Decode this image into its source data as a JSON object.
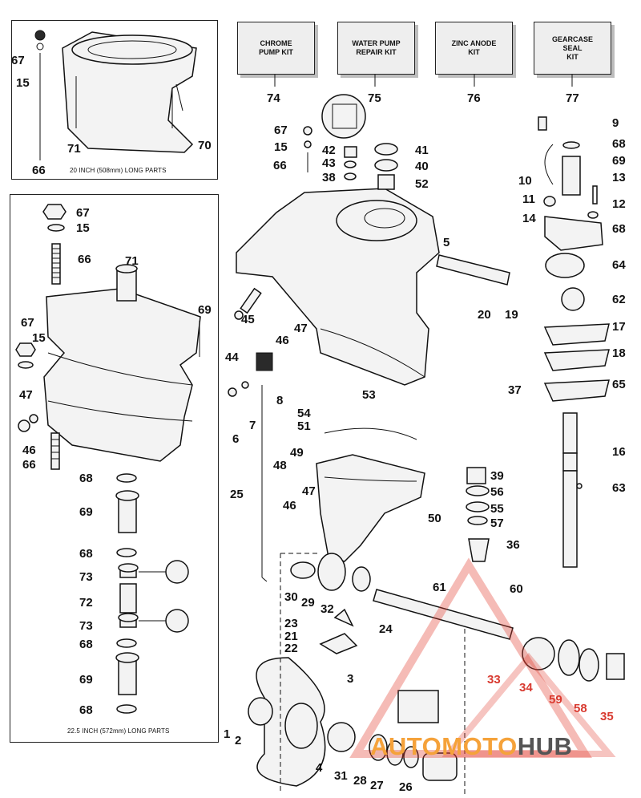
{
  "kits": [
    {
      "name": "CHROME\nPUMP KIT",
      "number": "74"
    },
    {
      "name": "WATER PUMP\nREPAIR KIT",
      "number": "75"
    },
    {
      "name": "ZINC ANODE\nKIT",
      "number": "76"
    },
    {
      "name": "GEARCASE\nSEAL\nKIT",
      "number": "77"
    }
  ],
  "inset_20": {
    "caption": "20 INCH (508mm) LONG PARTS",
    "labels": [
      "67",
      "15",
      "71",
      "70",
      "66"
    ]
  },
  "inset_22": {
    "caption": "22.5 INCH (572mm) LONG PARTS",
    "labels": [
      "67",
      "15",
      "66",
      "71",
      "69",
      "67",
      "15",
      "47",
      "46",
      "66",
      "68",
      "69",
      "68",
      "73",
      "72",
      "73",
      "68",
      "69",
      "68"
    ]
  },
  "main_labels": [
    "67",
    "15",
    "66",
    "42",
    "43",
    "38",
    "41",
    "40",
    "52",
    "5",
    "20",
    "19",
    "45",
    "47",
    "46",
    "44",
    "8",
    "7",
    "6",
    "53",
    "37",
    "54",
    "51",
    "25",
    "49",
    "48",
    "47",
    "46",
    "50",
    "39",
    "56",
    "55",
    "57",
    "36",
    "30",
    "29",
    "32",
    "61",
    "60",
    "23",
    "21",
    "22",
    "24",
    "3",
    "1",
    "2",
    "4",
    "31",
    "28",
    "27",
    "26"
  ],
  "right_labels": [
    "9",
    "68",
    "69",
    "10",
    "13",
    "11",
    "12",
    "14",
    "68",
    "64",
    "62",
    "17",
    "18",
    "65",
    "16",
    "63"
  ],
  "highlight_labels": [
    "33",
    "34",
    "59",
    "58",
    "35"
  ],
  "watermark": {
    "brand_left": "AUTOMOTO",
    "brand_right": "HUB",
    "red": "#e23b2e",
    "orange": "#f5a23a",
    "gray": "#555555"
  }
}
